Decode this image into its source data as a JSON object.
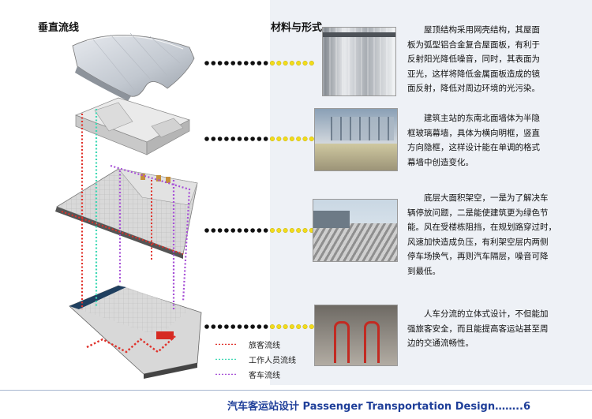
{
  "headings": {
    "vertical": "垂直流线",
    "material": "材料与形式"
  },
  "paragraphs": [
    [
      "屋顶结构采用网壳结构，其屋面",
      "板为弧型铝合金复合屋面板，有利于",
      "反射阳光降低噪音，同时，其表面为",
      "亚光，这样将降低金属面板造成的镜",
      "面反射，降低对周边环境的光污染。"
    ],
    [
      "建筑主站的东南北面墙体为半隐",
      "框玻璃幕墙，具体为横向明框，竖直",
      "方向隐框，这样设计能在单调的格式",
      "幕墙中创造变化。"
    ],
    [
      "底层大面积架空，一是为了解决车",
      "辆停放问题，二是能使建筑更为绿色节",
      "能。风在受楼栋阻挡，在规划路穿过时，",
      "风速加快造成负压，有利架空层内两侧",
      "停车场换气，再则汽车隔层，噪音可降",
      "到最低。"
    ],
    [
      "人车分流的立体式设计，不但能加",
      "强旅客安全，而且能提高客运站甚至周",
      "边的交通流畅性。"
    ]
  ],
  "legend": {
    "passenger": "旅客流线",
    "staff": "工作人员流线",
    "vehicle": "客车流线"
  },
  "footer": {
    "text": "汽车客运站设计 Passenger Transportation Design……..6"
  },
  "colors": {
    "passenger": "#e0312a",
    "staff": "#3fd8b4",
    "vehicle": "#a64fd6",
    "connector_dark": "#111111",
    "connector_light": "#f2dc1a",
    "footer": "#1f3f99"
  }
}
